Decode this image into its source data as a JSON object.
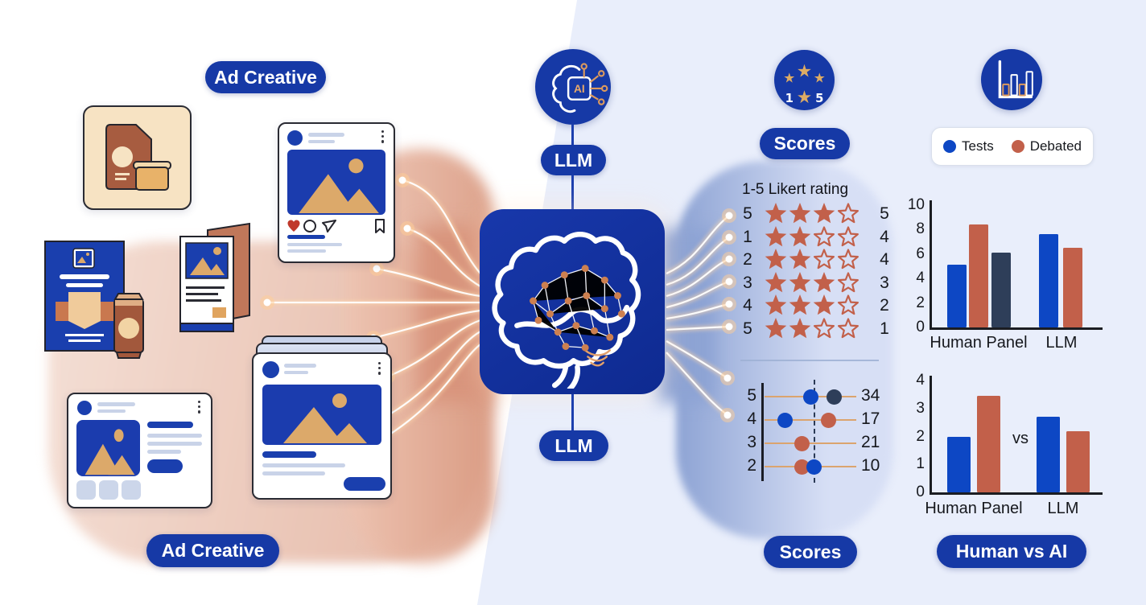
{
  "labels": {
    "ad_creative_top": "Ad Creative",
    "ad_creative_bottom": "Ad Creative",
    "llm_top": "LLM",
    "llm_bottom": "LLM",
    "scores_top": "Scores",
    "scores_bottom": "Scores",
    "human_vs_ai": "Human vs AI",
    "likert_title": "1-5 Likert rating",
    "ai_chip": "AI",
    "star_icon_min": "1",
    "star_icon_max": "5"
  },
  "icons": {
    "center_top": "ai-brain-chip-icon",
    "scores_column": "star-rating-icon",
    "charts_column": "bar-chart-icon",
    "center_main": "brain-network-illustration"
  },
  "colors": {
    "primary_blue": "#1639a6",
    "bar_blue": "#0d47c4",
    "terracotta": "#c2604a",
    "navy": "#2e3e59",
    "gold_tan": "#dca96a",
    "panel_bg": "#e9eefb",
    "salmon_blob": "#dd9c85",
    "periwinkle_blob": "#8da3d4"
  },
  "legend": {
    "items": [
      {
        "label": "Tests",
        "color": "#0d47c4"
      },
      {
        "label": "Debated",
        "color": "#c2604a"
      }
    ]
  },
  "likert": {
    "stars_per_row": 4,
    "star_color": "#c2604a",
    "rows": [
      {
        "left": "5",
        "filled": 3,
        "right": "5"
      },
      {
        "left": "1",
        "filled": 2,
        "right": "4"
      },
      {
        "left": "2",
        "filled": 2,
        "right": "4"
      },
      {
        "left": "3",
        "filled": 3,
        "right": "3"
      },
      {
        "left": "4",
        "filled": 3,
        "right": "2"
      },
      {
        "left": "5",
        "filled": 2,
        "right": "1"
      }
    ]
  },
  "dot_plot": {
    "dashed_line_pos": 0.54,
    "rows": [
      {
        "label": "5",
        "value": "34",
        "dots": [
          {
            "color": "#0d47c4",
            "pos": 0.5
          },
          {
            "color": "#2e3e59",
            "pos": 0.76
          }
        ]
      },
      {
        "label": "4",
        "value": "17",
        "dots": [
          {
            "color": "#0d47c4",
            "pos": 0.22
          },
          {
            "color": "#c2604a",
            "pos": 0.7
          }
        ]
      },
      {
        "label": "3",
        "value": "21",
        "dots": [
          {
            "color": "#c2604a",
            "pos": 0.41
          }
        ]
      },
      {
        "label": "2",
        "value": "10",
        "dots": [
          {
            "color": "#c2604a",
            "pos": 0.41
          },
          {
            "color": "#0d47c4",
            "pos": 0.54
          }
        ]
      }
    ]
  },
  "chart_data": [
    {
      "type": "bar",
      "title": "",
      "categories": [
        "Human Panel",
        "LLM"
      ],
      "ylim": [
        0,
        10
      ],
      "yticks": [
        10,
        8,
        6,
        4,
        2,
        0
      ],
      "grid": false,
      "legend_position": "top",
      "series": [
        {
          "name": "Tests",
          "color": "#0d47c4",
          "values": [
            5.1,
            7.6
          ]
        },
        {
          "name": "Debated",
          "color": "#c2604a",
          "values": [
            8.4,
            6.5
          ]
        },
        {
          "name": "",
          "color": "#2e3e59",
          "values": [
            6.1,
            null
          ]
        }
      ]
    },
    {
      "type": "bar",
      "title": "",
      "categories": [
        "Human Panel",
        "LLM"
      ],
      "ylim": [
        0,
        4
      ],
      "yticks": [
        4,
        3,
        2,
        1,
        0
      ],
      "grid": false,
      "annotation": "vs",
      "series": [
        {
          "name": "Tests",
          "color": "#0d47c4",
          "values": [
            2.0,
            2.7
          ]
        },
        {
          "name": "Debated",
          "color": "#c2604a",
          "values": [
            3.45,
            2.2
          ]
        }
      ]
    }
  ]
}
